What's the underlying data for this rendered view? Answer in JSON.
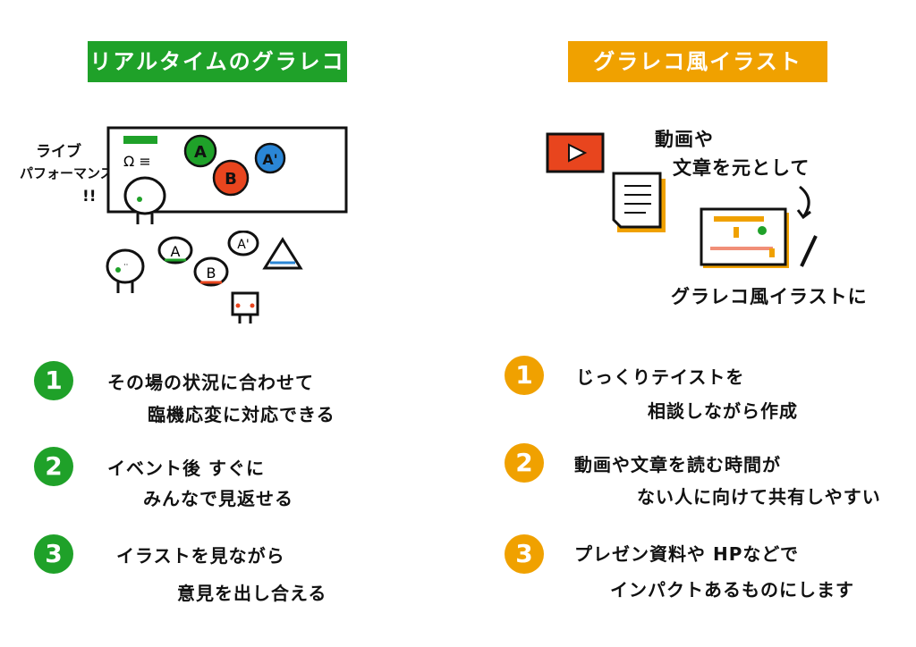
{
  "colors": {
    "green": "#1fa129",
    "orange": "#f0a100",
    "red": "#e8451e",
    "blue": "#2a86d6"
  },
  "left": {
    "header": "リアルタイムのグラレコ",
    "live_note": [
      "ライブ",
      "パフォーマンス",
      "!!"
    ],
    "items": [
      {
        "number": "1",
        "lines": [
          "その場の状況に合わせて",
          "臨機応変に対応できる"
        ]
      },
      {
        "number": "2",
        "lines": [
          "イベント後 すぐに",
          "みんなで見返せる"
        ]
      },
      {
        "number": "3",
        "lines": [
          "イラストを見ながら",
          "意見を出し合える"
        ]
      }
    ],
    "bubbles": {
      "a": "A",
      "b": "B",
      "a_prime": "A'"
    }
  },
  "right": {
    "header": "グラレコ風イラスト",
    "caption_top": [
      "動画や",
      "文章を元として"
    ],
    "caption_bottom": "グラレコ風イラストに",
    "items": [
      {
        "number": "1",
        "lines": [
          "じっくりテイストを",
          "相談しながら作成"
        ]
      },
      {
        "number": "2",
        "lines": [
          "動画や文章を読む時間が",
          "ない人に向けて共有しやすい"
        ]
      },
      {
        "number": "3",
        "lines": [
          "プレゼン資料や HPなどで",
          "インパクトあるものにします"
        ]
      }
    ]
  }
}
